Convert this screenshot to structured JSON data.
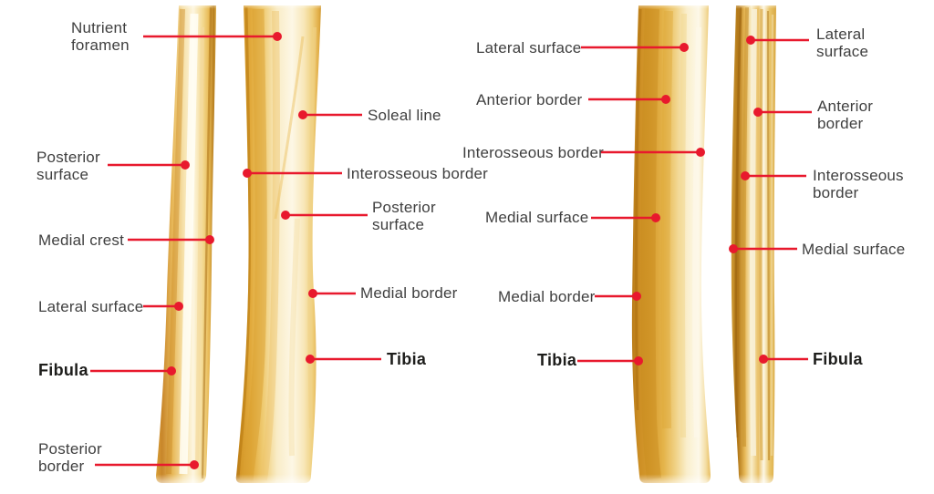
{
  "colors": {
    "background": "#ffffff",
    "leader_red": "#e8192d",
    "label_text": "#3f3f3f",
    "bone_name_text": "#1d1d1b",
    "bone_dark_amber": "#b67d1e",
    "bone_mid_amber": "#e8b95a",
    "bone_light_cream": "#fdf6e0"
  },
  "panels": {
    "posterior_view": {
      "fibula_labels": {
        "posterior_surface": "Posterior\nsurface",
        "medial_crest": "Medial crest",
        "lateral_surface": "Lateral surface",
        "bone_name": "Fibula",
        "posterior_border": "Posterior\nborder"
      },
      "tibia_labels": {
        "nutrient_foramen": "Nutrient\nforamen",
        "soleal_line": "Soleal line",
        "interosseous_border": "Interosseous border",
        "posterior_surface": "Posterior\nsurface",
        "medial_border": "Medial border",
        "bone_name": "Tibia"
      }
    },
    "anterior_view": {
      "tibia_labels": {
        "lateral_surface": "Lateral surface",
        "anterior_border": "Anterior border",
        "interosseous_border": "Interosseous border",
        "medial_surface": "Medial surface",
        "medial_border": "Medial border",
        "bone_name": "Tibia"
      },
      "fibula_labels": {
        "lateral_surface": "Lateral\nsurface",
        "anterior_border": "Anterior\nborder",
        "interosseous_border": "Interosseous\nborder",
        "medial_surface": "Medial surface",
        "bone_name": "Fibula"
      }
    }
  }
}
